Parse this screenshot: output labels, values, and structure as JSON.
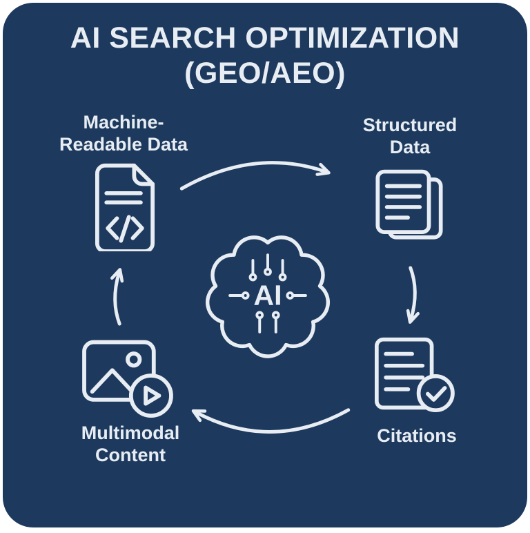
{
  "colors": {
    "page": "#ffffff",
    "bg": "#1d3a5e",
    "fg": "#e8edf3"
  },
  "title": {
    "line1": "AI SEARCH OPTIMIZATION",
    "line2": "(GEO/AEO)"
  },
  "center": {
    "label": "AI"
  },
  "nodes": {
    "machine_readable": {
      "label": [
        "Machine-",
        "Readable Data"
      ]
    },
    "structured": {
      "label": [
        "Structured",
        "Data"
      ]
    },
    "citations": {
      "label": [
        "Citations"
      ]
    },
    "multimodal": {
      "label": [
        "Multimodal",
        "Content"
      ]
    }
  }
}
